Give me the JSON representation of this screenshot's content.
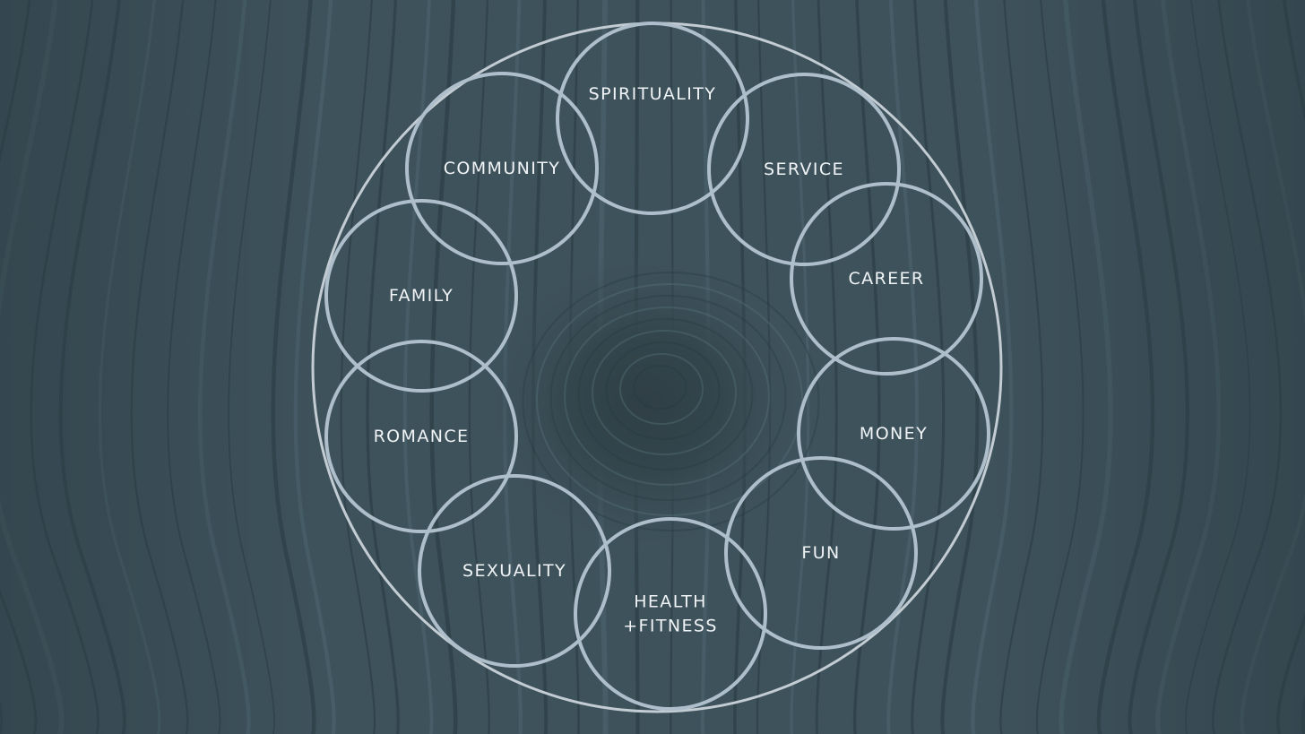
{
  "colors": {
    "background": "#3e525c",
    "wood_dark": "#263940",
    "wood_light": "#5d7782",
    "ring_stroke": "#aebfcb",
    "outer_stroke": "#c3ccd2",
    "label_text": "#f1f4f6"
  },
  "areas": [
    {
      "id": "spirituality",
      "lines": [
        "SPIRITUALITY"
      ]
    },
    {
      "id": "service",
      "lines": [
        "SERVICE"
      ]
    },
    {
      "id": "career",
      "lines": [
        "CAREER"
      ]
    },
    {
      "id": "money",
      "lines": [
        "MONEY"
      ]
    },
    {
      "id": "fun",
      "lines": [
        "FUN"
      ]
    },
    {
      "id": "health-fitness",
      "lines": [
        "HEALTH",
        "+FITNESS"
      ]
    },
    {
      "id": "sexuality",
      "lines": [
        "SEXUALITY"
      ]
    },
    {
      "id": "romance",
      "lines": [
        "ROMANCE"
      ]
    },
    {
      "id": "family",
      "lines": [
        "FAMILY"
      ]
    },
    {
      "id": "community",
      "lines": [
        "COMMUNITY"
      ]
    }
  ]
}
